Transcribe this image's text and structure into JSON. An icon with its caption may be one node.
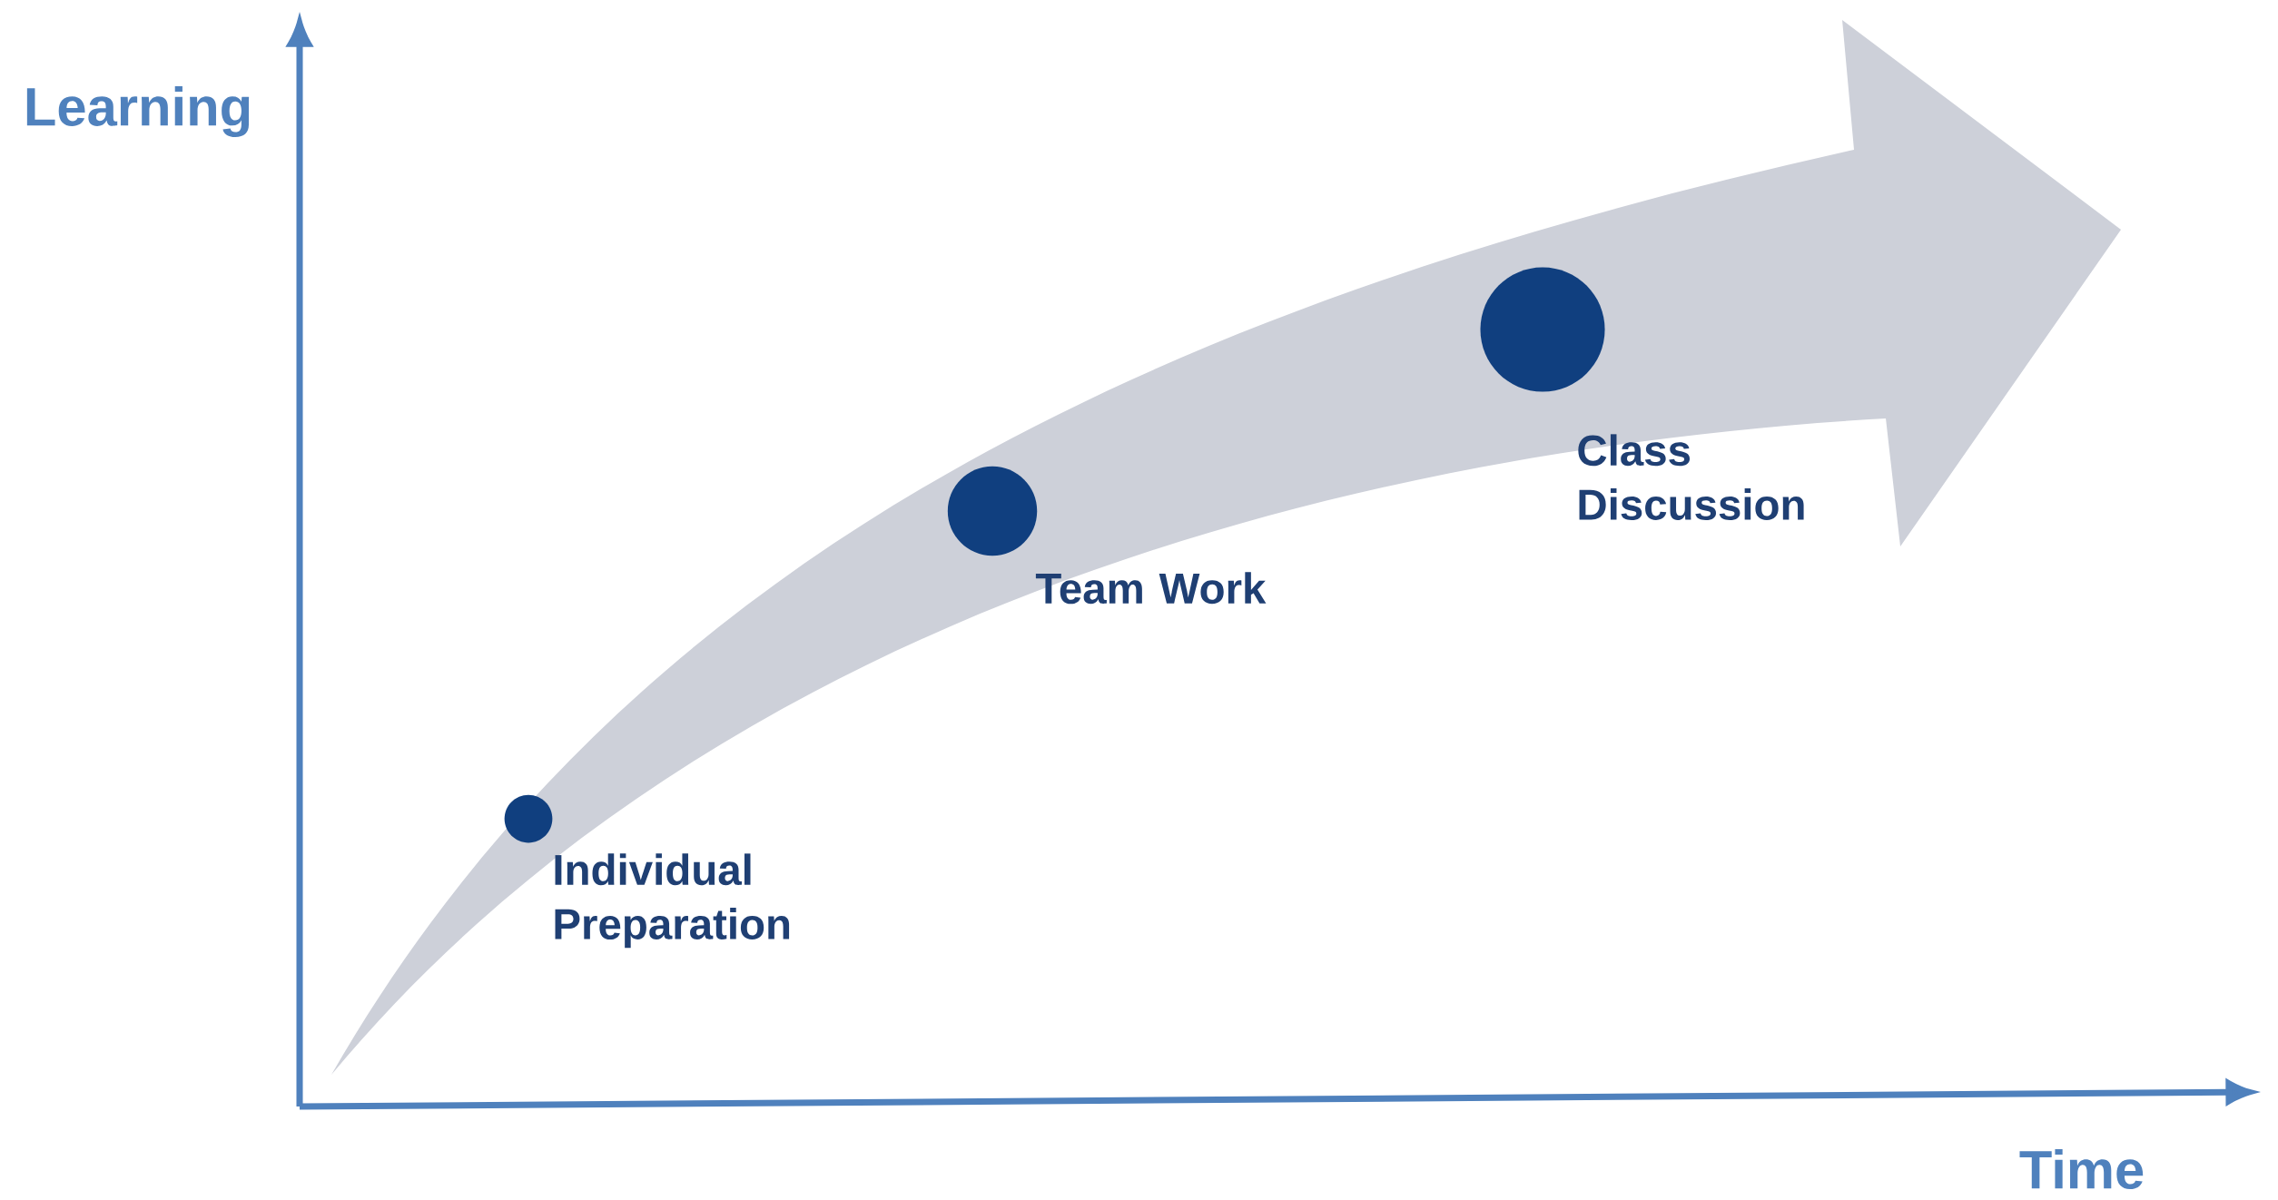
{
  "diagram": {
    "nodes": [
      {
        "text": [],
        "shape": "circle",
        "beside": [
          "Individual Preparation"
        ]
      },
      {
        "text": [],
        "shape": "circle",
        "beside": [
          "Team Work"
        ]
      },
      {
        "text": [],
        "shape": "circle",
        "beside": [
          "Class Discussion"
        ]
      }
    ],
    "labels": [
      "Learning",
      "Time"
    ]
  }
}
